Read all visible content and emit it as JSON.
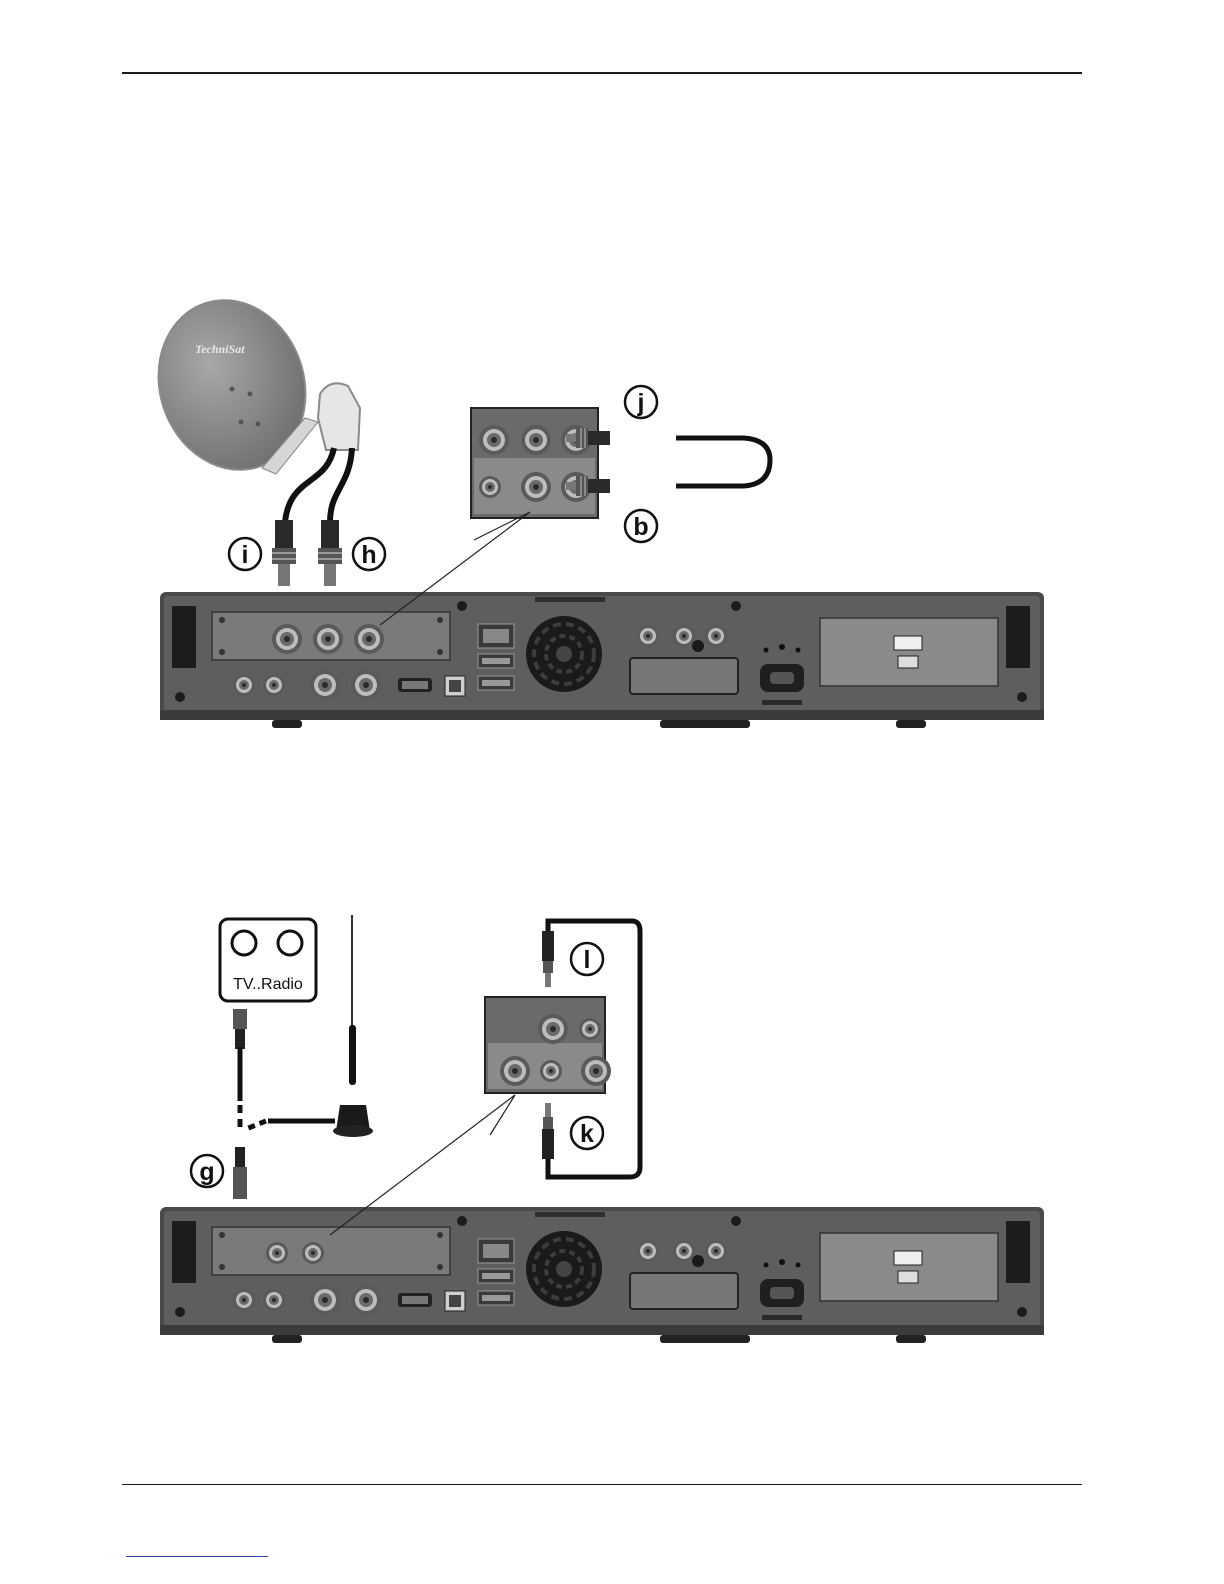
{
  "figure1": {
    "dish_brand": "TechniSat",
    "labels": {
      "i": "i",
      "h": "h",
      "j": "j",
      "b": "b"
    }
  },
  "figure2": {
    "wall_socket_text": "TV..Radio",
    "labels": {
      "g": "g",
      "l": "l",
      "k": "k"
    }
  },
  "icons": [
    "satellite-dish-icon",
    "lnb-icon",
    "f-connector-icon",
    "wall-antenna-socket-icon",
    "rod-antenna-icon",
    "receiver-back-panel-icon"
  ]
}
